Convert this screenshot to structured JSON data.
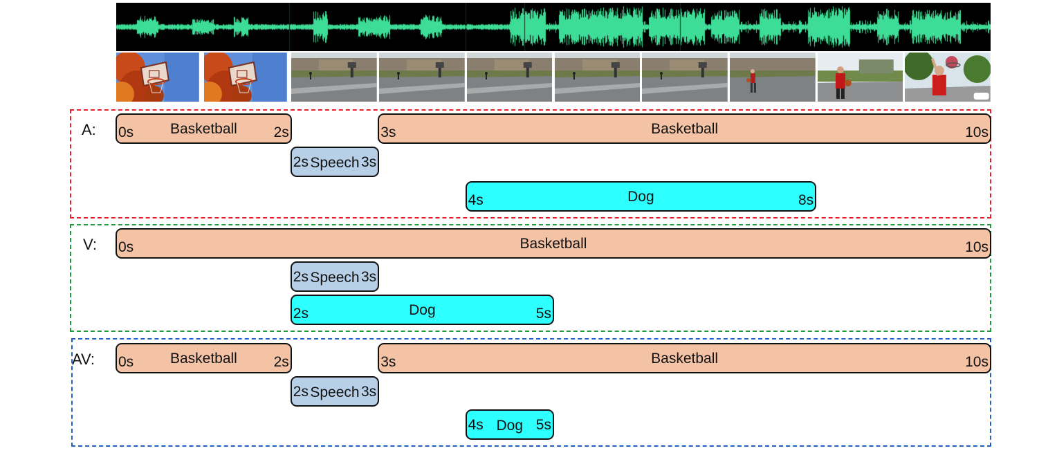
{
  "colors": {
    "waveform_bg": "#000000",
    "waveform": "#3ddc97",
    "Basketball": "#f4c3a6",
    "Speech": "#b7d0e8",
    "Dog": "#2effff"
  },
  "timeline": {
    "duration_s": 10
  },
  "frames": [
    {
      "scene": "hoop-tree"
    },
    {
      "scene": "hoop-tree"
    },
    {
      "scene": "street"
    },
    {
      "scene": "street"
    },
    {
      "scene": "street"
    },
    {
      "scene": "street"
    },
    {
      "scene": "street"
    },
    {
      "scene": "street-player"
    },
    {
      "scene": "player-close"
    },
    {
      "scene": "player-dunk"
    }
  ],
  "groups": [
    {
      "label": "A:",
      "border_color": "#e8202a",
      "segments": [
        {
          "name": "Basketball",
          "start": 0,
          "end": 2,
          "start_label": "0s",
          "end_label": "2s",
          "track": 0
        },
        {
          "name": "Basketball",
          "start": 3,
          "end": 10,
          "start_label": "3s",
          "end_label": "10s",
          "track": 0
        },
        {
          "name": "Speech",
          "start": 2,
          "end": 3,
          "start_label": "2s",
          "end_label": "3s",
          "track": 1
        },
        {
          "name": "Dog",
          "start": 4,
          "end": 8,
          "start_label": "4s",
          "end_label": "8s",
          "track": 2
        }
      ]
    },
    {
      "label": "V:",
      "border_color": "#1f9a3c",
      "segments": [
        {
          "name": "Basketball",
          "start": 0,
          "end": 10,
          "start_label": "0s",
          "end_label": "10s",
          "track": 0
        },
        {
          "name": "Speech",
          "start": 2,
          "end": 3,
          "start_label": "2s",
          "end_label": "3s",
          "track": 1
        },
        {
          "name": "Dog",
          "start": 2,
          "end": 5,
          "start_label": "2s",
          "end_label": "5s",
          "track": 2
        }
      ]
    },
    {
      "label": "AV:",
      "border_color": "#2060c8",
      "segments": [
        {
          "name": "Basketball",
          "start": 0,
          "end": 2,
          "start_label": "0s",
          "end_label": "2s",
          "track": 0
        },
        {
          "name": "Basketball",
          "start": 3,
          "end": 10,
          "start_label": "3s",
          "end_label": "10s",
          "track": 0
        },
        {
          "name": "Speech",
          "start": 2,
          "end": 3,
          "start_label": "2s",
          "end_label": "3s",
          "track": 1
        },
        {
          "name": "Dog",
          "start": 4,
          "end": 5,
          "start_label": "4s",
          "end_label": "5s",
          "track": 2
        }
      ]
    }
  ]
}
